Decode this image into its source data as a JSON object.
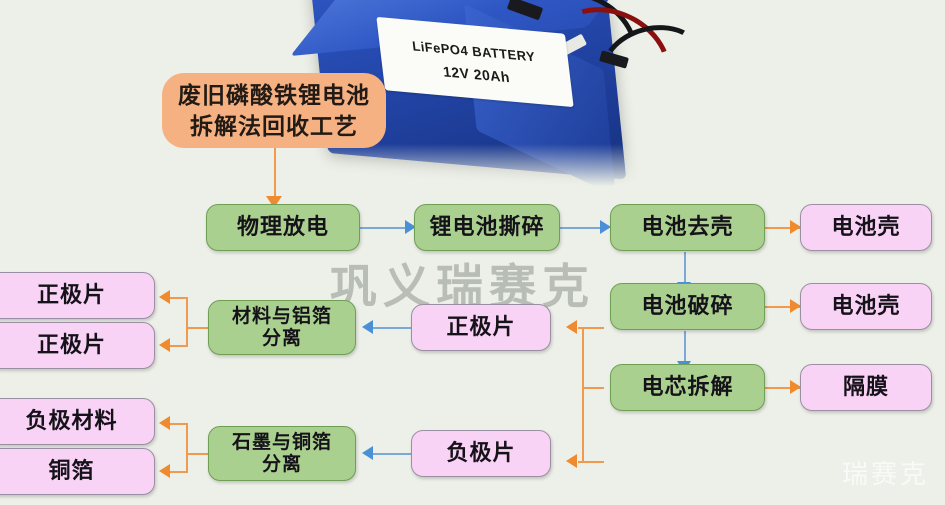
{
  "diagram": {
    "title_box": {
      "line1": "废旧磷酸铁锂电池",
      "line2": "拆解法回收工艺"
    },
    "photo": {
      "label_line1": "LiFePO4 BATTERY",
      "label_line2": "12V   20Ah",
      "alt": "blue lithium iron phosphate battery pack"
    },
    "watermark": "巩义瑞赛克",
    "watermark_small": "瑞赛克",
    "nodes": {
      "physical_discharge": "物理放电",
      "battery_shred": "锂电池撕碎",
      "battery_decase": "电池去壳",
      "battery_case_1": "电池壳",
      "battery_crush": "电池破碎",
      "battery_case_2": "电池壳",
      "cell_disassemble": "电芯拆解",
      "separator": "隔膜",
      "cathode_sheet_center": "正极片",
      "anode_sheet_center": "负极片",
      "material_al_separation": "材料与铝箔\n分离",
      "material_al_separation_l1": "材料与铝箔",
      "material_al_separation_l2": "分离",
      "graphite_cu_separation_l1": "石墨与铜箔",
      "graphite_cu_separation_l2": "分离",
      "cathode_out_1": "正极片",
      "cathode_out_2": "正极片",
      "anode_material": "负极材料",
      "copper_foil": "铜箔"
    },
    "colors": {
      "background": "#edf0e8",
      "process_green": "#a9d08e",
      "product_pink": "#f9d3f5",
      "title_orange": "#f6b183",
      "arrow_blue": "#4a90d9",
      "arrow_orange": "#ef8a2e"
    }
  }
}
